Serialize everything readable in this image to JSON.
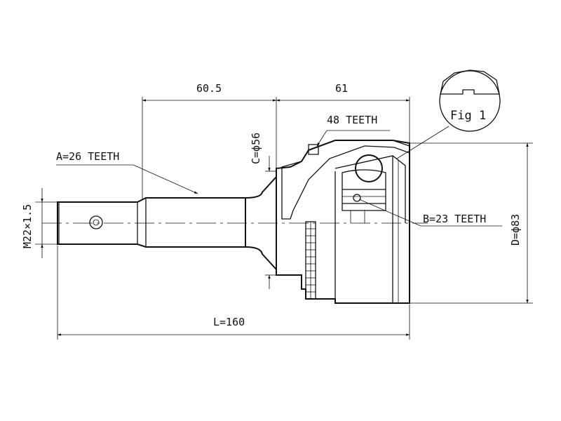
{
  "labels": {
    "dim_top_left": "60.5",
    "dim_top_right": "61",
    "outer_teeth": "48 TEETH",
    "dim_c": "C=ϕ56",
    "spline_a": "A=26 TEETH",
    "thread": "M22×1.5",
    "spline_b": "B=23 TEETH",
    "dim_d": "D=ϕ83",
    "length": "L=160",
    "fig": "Fig 1"
  }
}
